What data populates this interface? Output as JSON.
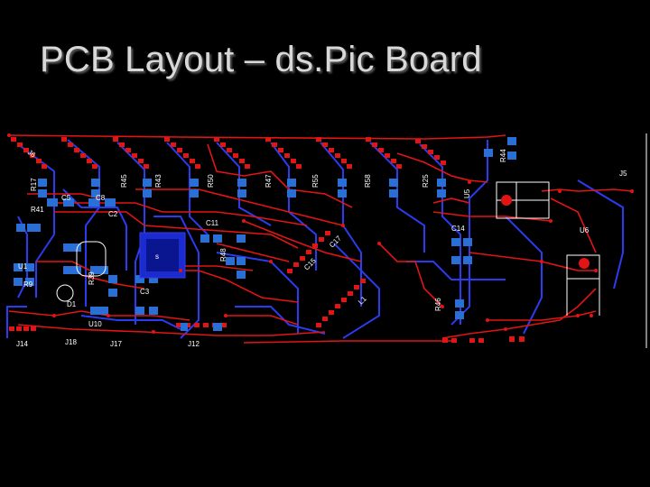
{
  "slide": {
    "title": "PCB Layout – ds.Pic Board"
  },
  "board": {
    "colors": {
      "background": "#000000",
      "top_copper": "#e21414",
      "bottom_copper": "#2b3cf0",
      "pad": "#2a6fd6",
      "silkscreen": "#ffffff",
      "outline": "#ffffff"
    },
    "silkscreen_labels": [
      "J5",
      "J6",
      "R41",
      "C5",
      "C8",
      "C2",
      "C11",
      "C3",
      "C14",
      "C17",
      "U1",
      "U5",
      "U6",
      "D1",
      "R9",
      "R17",
      "R45",
      "R48",
      "R39",
      "R55",
      "R47",
      "R58",
      "R44",
      "R46",
      "J14",
      "J18",
      "J17",
      "J12",
      "U10",
      "R43",
      "C15",
      "L1",
      "R50",
      "R25"
    ]
  }
}
